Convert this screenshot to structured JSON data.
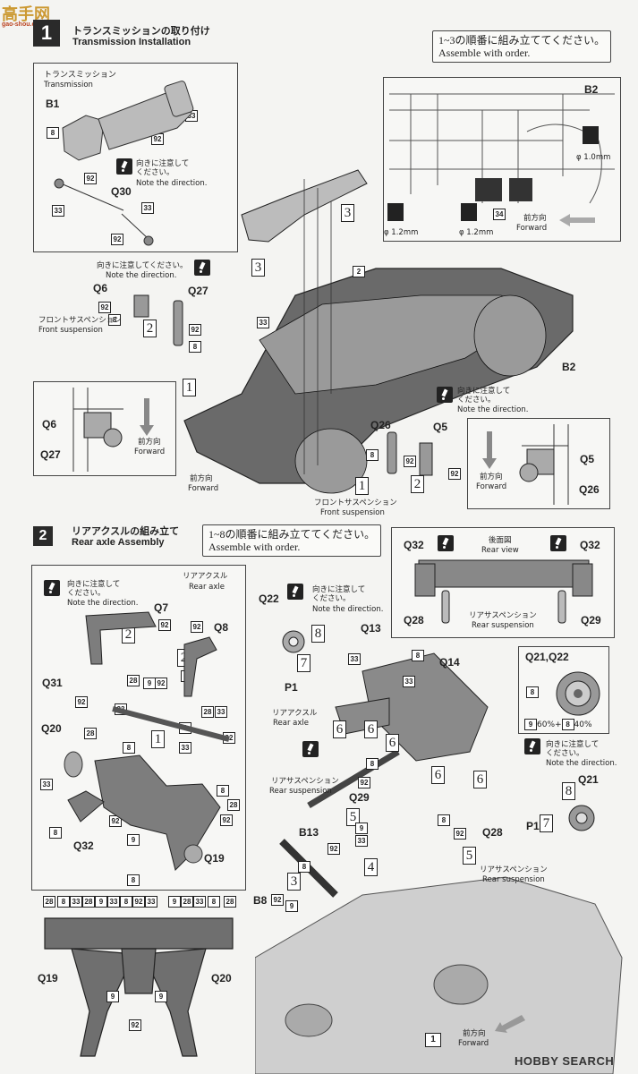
{
  "watermark": {
    "logo_cn": "高手网",
    "logo_url": "gao-shou.com",
    "footer": "HOBBY SEARCH"
  },
  "step1": {
    "number": "1",
    "title_jp": "トランスミッションの取り付け",
    "title_en": "Transmission Installation",
    "order_jp": "1~3の順番に組み立ててください。",
    "order_en": "Assemble with order.",
    "inset_left": {
      "title_jp": "トランスミッション",
      "title_en": "Transmission",
      "part_b1": "B1",
      "part_q30": "Q30",
      "note_jp": "向きに注意して\nください。",
      "note_en": "Note the direction."
    },
    "inset_right": {
      "part_b2": "B2",
      "dim_1": "φ 1.0mm",
      "dim_2": "φ 1.2mm",
      "dim_3": "φ 1.2mm",
      "forward_jp": "前方向",
      "forward_en": "Forward"
    },
    "front_left": {
      "note_jp": "向きに注意してください。",
      "note_en": "Note the direction.",
      "part_q6": "Q6",
      "part_q27": "Q27",
      "susp_jp": "フロントサスペンション",
      "susp_en": "Front suspension"
    },
    "front_right": {
      "note_jp": "向きに注意して\nください。",
      "note_en": "Note the direction.",
      "part_q26": "Q26",
      "part_q5": "Q5",
      "susp_jp": "フロントサスペンション",
      "susp_en": "Front suspension"
    },
    "detail_left": {
      "q6": "Q6",
      "q27": "Q27",
      "forward_jp": "前方向",
      "forward_en": "Forward"
    },
    "detail_right": {
      "q5": "Q5",
      "q26": "Q26",
      "forward_jp": "前方向",
      "forward_en": "Forward"
    },
    "chassis": {
      "part_b2": "B2",
      "forward_jp": "前方向",
      "forward_en": "Forward"
    }
  },
  "step2": {
    "number": "2",
    "title_jp": "リアアクスルの組み立て",
    "title_en": "Rear axle Assembly",
    "order_jp": "1~8の順番に組み立ててください。",
    "order_en": "Assemble with order.",
    "left": {
      "note_jp": "向きに注意して\nください。",
      "note_en": "Note the direction.",
      "axle_jp": "リアアクスル",
      "axle_en": "Rear axle",
      "q7": "Q7",
      "q8": "Q8",
      "q31": "Q31",
      "q20": "Q20",
      "q32": "Q32",
      "q19": "Q19",
      "bottom_q19": "Q19",
      "bottom_q20": "Q20"
    },
    "rear_view": {
      "title_jp": "後面図",
      "title_en": "Rear view",
      "q32a": "Q32",
      "q32b": "Q32",
      "q28": "Q28",
      "q29": "Q29",
      "susp_jp": "リアサスペンション",
      "susp_en": "Rear suspension"
    },
    "disc": {
      "title": "Q21,Q22",
      "mix": "60%+",
      "mix2": "40%"
    },
    "right": {
      "q22": "Q22",
      "p1": "P1",
      "q13": "Q13",
      "q14": "Q14",
      "note_jp": "向きに注意して\nください。",
      "note_en": "Note the direction.",
      "axle_jp": "リアアクスル",
      "axle_en": "Rear axle",
      "susp_jp": "リアサスペンション",
      "susp_en": "Rear suspension",
      "q29": "Q29",
      "b13": "B13",
      "b8": "B8",
      "note2_jp": "向きに注意して\nください。",
      "note2_en": "Note the direction.",
      "q21": "Q21",
      "p1b": "P1",
      "q28": "Q28",
      "susp2_jp": "リアサスペンション",
      "susp2_en": "Rear suspension",
      "forward_jp": "前方向",
      "forward_en": "Forward",
      "step_ref": "1"
    }
  }
}
